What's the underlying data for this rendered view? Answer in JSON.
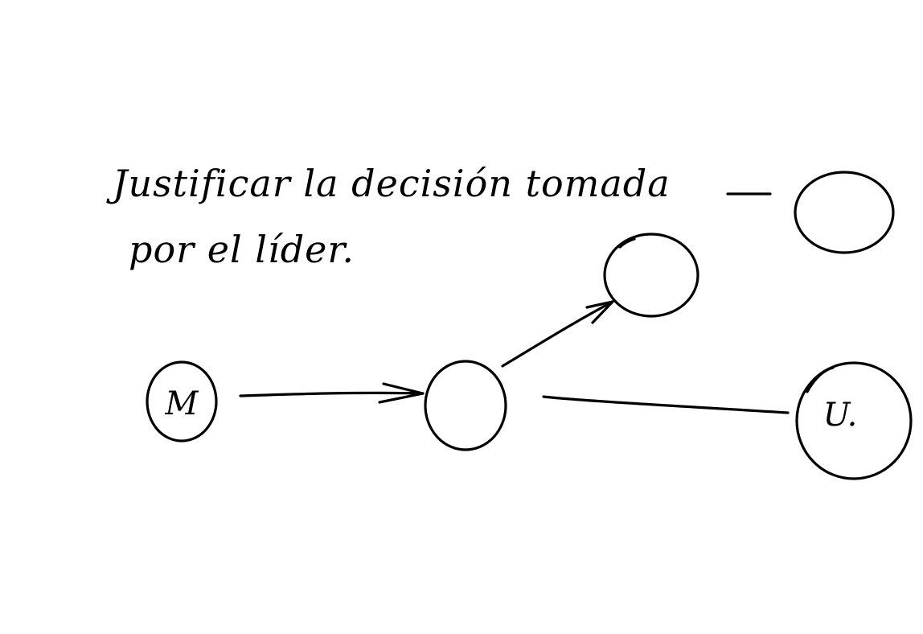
{
  "caption": {
    "line1": "Justificar la decisión tomada",
    "line2": "por el líder."
  },
  "nodes": {
    "m": {
      "label": "M"
    },
    "u": {
      "label": "U."
    }
  },
  "colors": {
    "ink": "#000000",
    "background": "#ffffff"
  }
}
